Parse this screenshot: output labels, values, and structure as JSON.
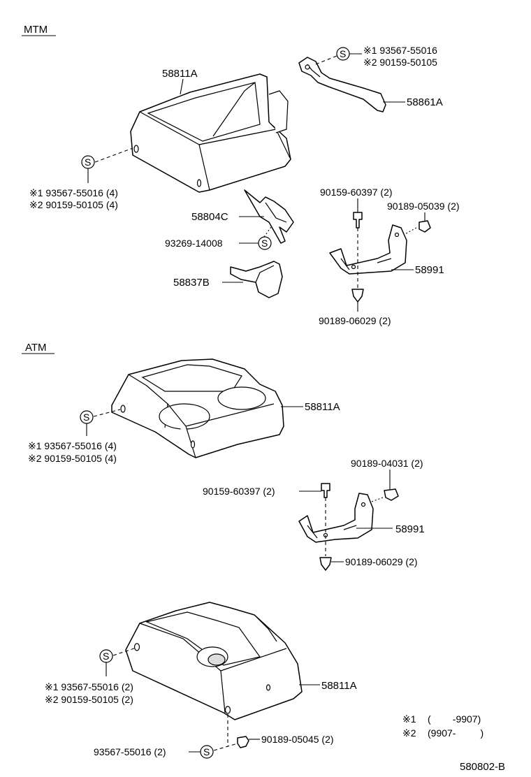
{
  "sections": {
    "mtm": "MTM",
    "atm": "ATM"
  },
  "symbol": {
    "s": "S"
  },
  "mtm": {
    "box_part": "58811A",
    "bracket_part": "58861A",
    "bracket_note1": "※1  93567-55016",
    "bracket_note2": "※2  90159-50105",
    "side_note1": "※1  93567-55016 (4)",
    "side_note2": "※2  90159-50105 (4)",
    "cover_part": "58804C",
    "screw": "93269-14008",
    "retainer": "58837B",
    "stay_bolt": "90159-60397 (2)",
    "stay_clip": "90189-05039 (2)",
    "stay_part": "58991",
    "stay_clip2": "90189-06029 (2)"
  },
  "atm": {
    "side_note1": "※1  93567-55016 (4)",
    "side_note2": "※2  90159-50105 (4)",
    "box_part": "58811A",
    "stay_clip": "90189-04031 (2)",
    "stay_bolt": "90159-60397 (2)",
    "stay_part": "58991",
    "stay_clip2": "90189-06029 (2)"
  },
  "lower": {
    "side_note1": "※1  93567-55016 (2)",
    "side_note2": "※2  90159-50105 (2)",
    "box_part": "58811A",
    "bottom_screw": "93567-55016 (2)",
    "bottom_clip": "90189-05045 (2)"
  },
  "legend": {
    "l1_mark": "※1",
    "l1_range": "(        -9907)",
    "l2_mark": "※2",
    "l2_range": "(9907-         )"
  },
  "figure_id": "580802-B"
}
